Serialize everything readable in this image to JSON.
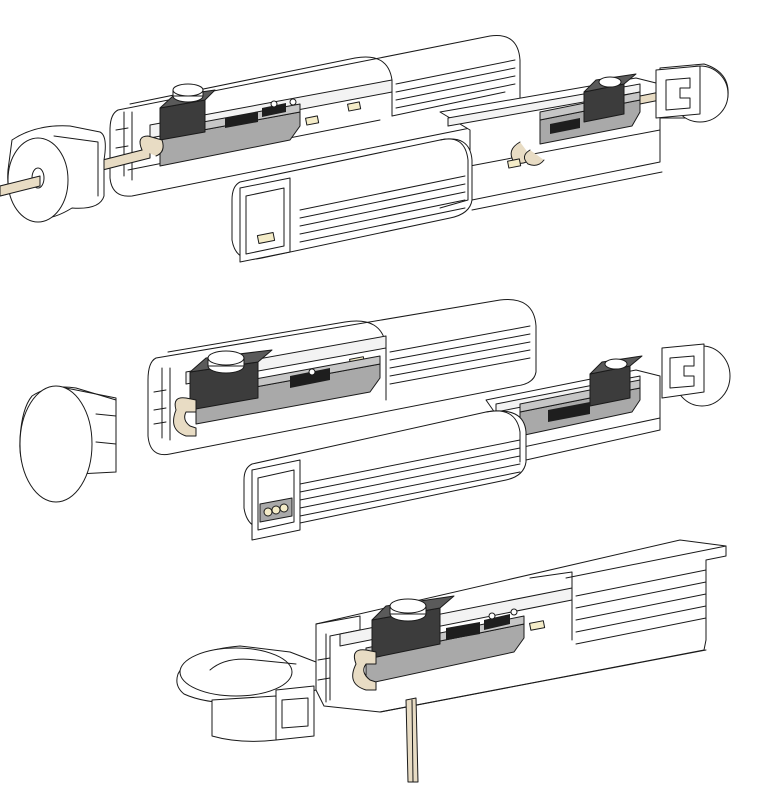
{
  "figure": {
    "colors": {
      "outline": "#1a1a1a",
      "profile": "#ffffff",
      "pcb": "#a9a9a9",
      "capacitor": "#3c3c3c",
      "chip": "#1e1e1e",
      "cable": "#e8dcc4",
      "led": "#f4ecc8"
    },
    "assemblies": [
      {
        "id": "round-profile-with-through-cable",
        "parts": [
          "end-cap-with-cable-hole",
          "led-driver-module",
          "led-strip",
          "diffuser-profile",
          "end-cap-slotted"
        ]
      },
      {
        "id": "round-profile-with-closed-end-cap",
        "parts": [
          "end-cap-closed",
          "led-driver-module",
          "led-strip",
          "diffuser-profile",
          "end-cap-slotted"
        ]
      },
      {
        "id": "flanged-profile-with-bottom-cable-exit",
        "parts": [
          "end-cap-flanged",
          "led-driver-module",
          "led-strip",
          "diffuser-profile",
          "bottom-cable"
        ]
      }
    ]
  }
}
